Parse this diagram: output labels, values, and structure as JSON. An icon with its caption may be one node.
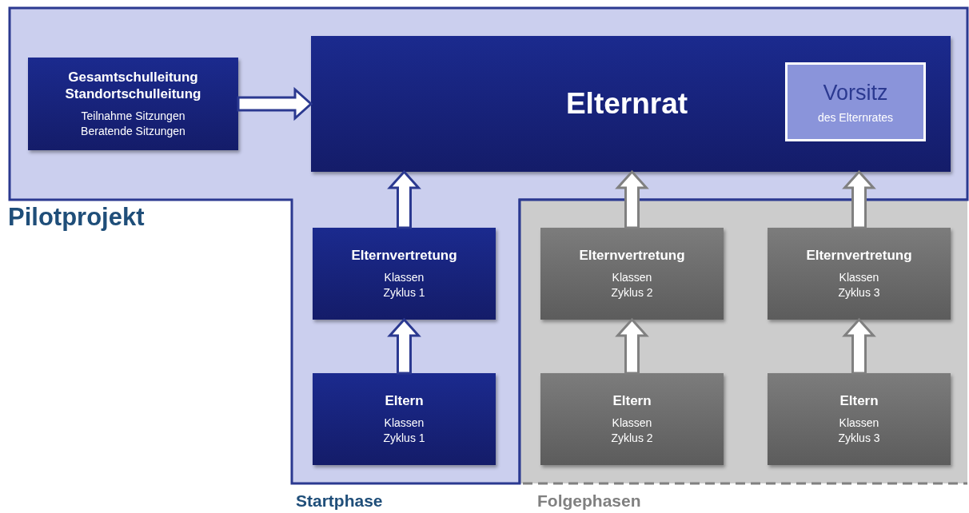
{
  "diagram": {
    "nodes": [
      {
        "text": [
          "Pilotprojekt",
          "Startphase"
        ]
      },
      {
        "text": [
          "Gesamtschulleitung Standortschulleitung",
          "Teilnahme Sitzungen Beratende Sitzungen"
        ],
        "in": 0
      },
      {
        "text": [
          "Elternrat"
        ],
        "in": 0
      },
      {
        "text": [
          "Vorsitz",
          "des Elternrates"
        ],
        "in": 2
      },
      {
        "text": [
          "Elternvertretung",
          "Klassen Zyklus 1"
        ],
        "in": 0
      },
      {
        "text": [
          "Eltern",
          "Klassen Zyklus 1"
        ],
        "in": 0
      },
      {
        "text": [
          "Folgephasen"
        ]
      },
      {
        "text": [
          "Elternvertretung",
          "Klassen Zyklus 2"
        ],
        "in": 6
      },
      {
        "text": [
          "Elternvertretung",
          "Klassen Zyklus 3"
        ],
        "in": 6
      },
      {
        "text": [
          "Eltern",
          "Klassen Zyklus 2"
        ],
        "in": 6
      },
      {
        "text": [
          "Eltern",
          "Klassen Zyklus 3"
        ],
        "in": 6
      }
    ],
    "edges": [
      {
        "from": 1,
        "to": 2,
        "arrow": "to",
        "color": "#2b3990"
      },
      {
        "from": 4,
        "to": 2,
        "arrow": "to",
        "color": "#2b3990"
      },
      {
        "from": 5,
        "to": 4,
        "arrow": "to",
        "color": "#2b3990"
      },
      {
        "from": 7,
        "to": 2,
        "arrow": "to"
      },
      {
        "from": 8,
        "to": 2,
        "arrow": "to"
      },
      {
        "from": 9,
        "to": 7,
        "arrow": "to"
      },
      {
        "from": 10,
        "to": 8,
        "arrow": "to"
      }
    ]
  }
}
